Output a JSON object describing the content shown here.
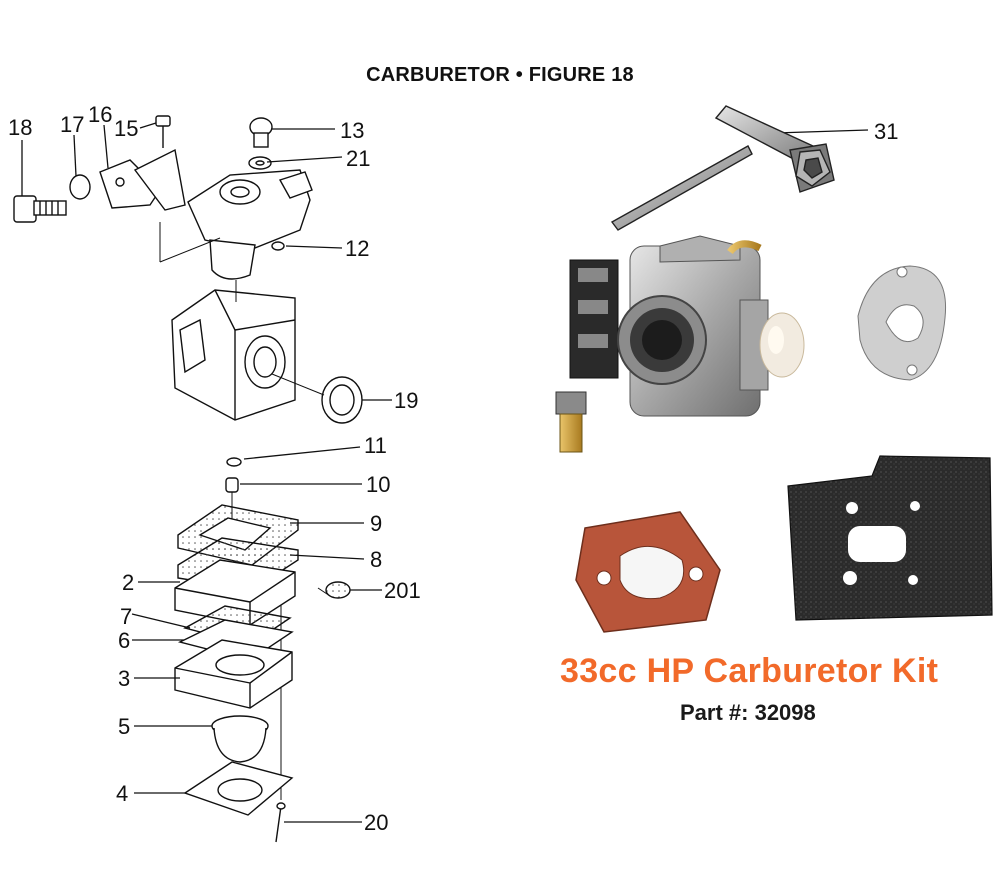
{
  "title": "CARBURETOR  •  FIGURE 18",
  "callouts": {
    "c18": "18",
    "c17": "17",
    "c16": "16",
    "c15": "15",
    "c13": "13",
    "c21": "21",
    "c12": "12",
    "c19": "19",
    "c11": "11",
    "c10": "10",
    "c9": "9",
    "c8": "8",
    "c2": "2",
    "c201": "201",
    "c7": "7",
    "c6": "6",
    "c3": "3",
    "c5": "5",
    "c4": "4",
    "c20": "20",
    "c31": "31"
  },
  "kit": {
    "title": "33cc HP Carburetor Kit",
    "part": "Part #: 32098"
  },
  "colors": {
    "kit_title": "#f26a2a",
    "gasket_red": "#b8553a",
    "gasket_dark": "#2b2b2b",
    "metal": "#9a9a9a"
  }
}
